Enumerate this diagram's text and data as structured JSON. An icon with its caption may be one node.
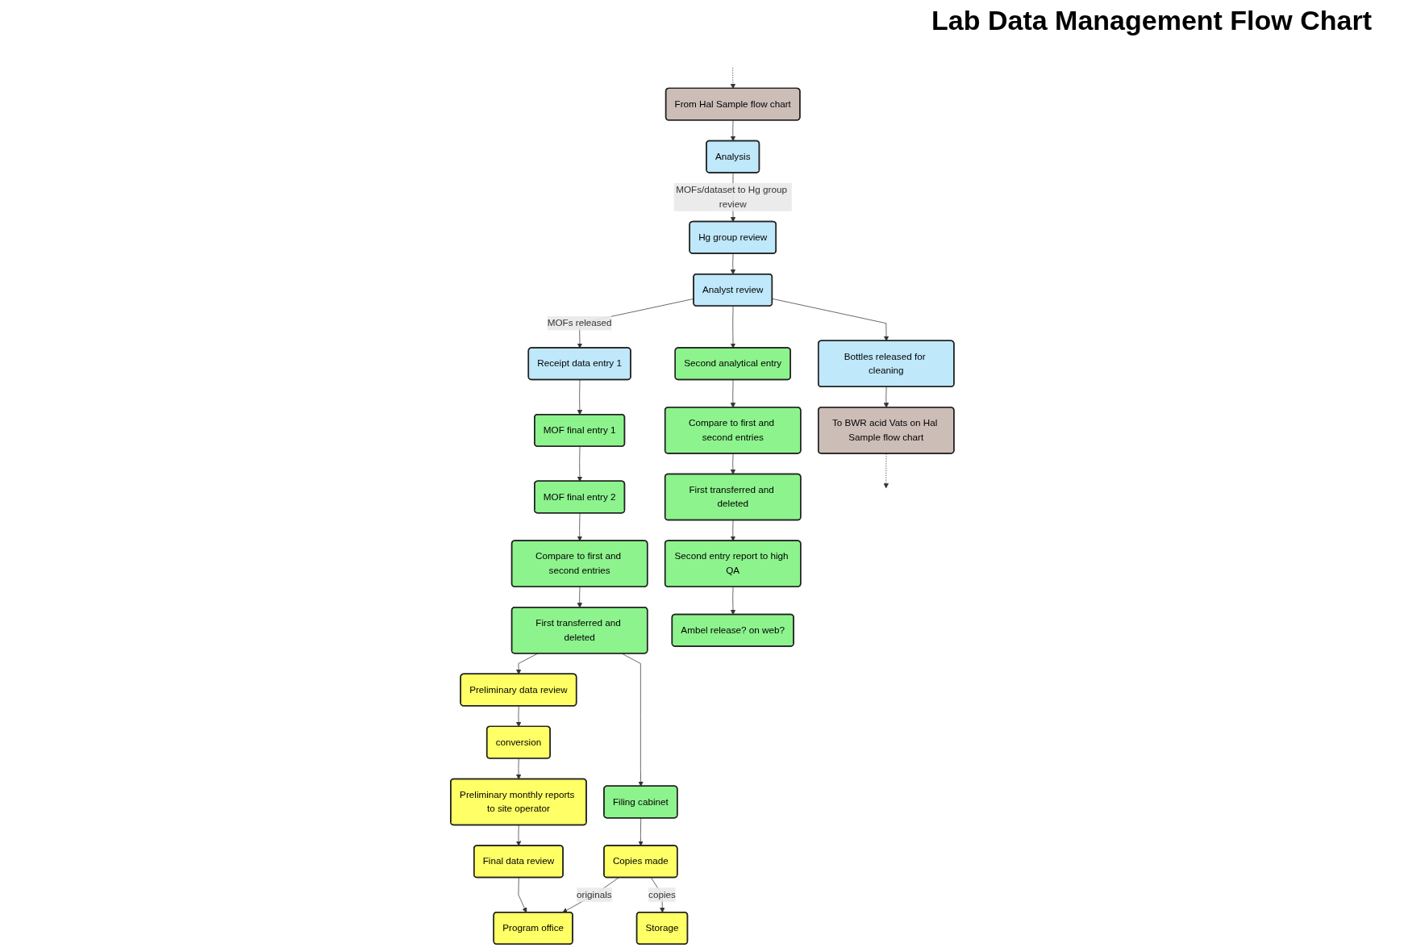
{
  "diagram": {
    "title": "Lab Data Management Flow Chart",
    "nodes": [
      {
        "text": [
          "Analysis"
        ]
      },
      {
        "text": [
          "Hg group review"
        ]
      },
      {
        "text": [
          "From Hal Sample flow chart"
        ]
      },
      {
        "text": [
          "Analyst review"
        ]
      },
      {
        "text": [
          "Receipt data entry 1"
        ]
      },
      {
        "text": [
          "Preliminary data review"
        ]
      },
      {
        "text": [
          "Second analytical entry"
        ]
      },
      {
        "text": [
          "MOF final entry 1"
        ]
      },
      {
        "text": [
          "conversion"
        ]
      },
      {
        "text": [
          "Bottles released for cleaning"
        ]
      },
      {
        "text": [
          "Compare to first and second entries"
        ]
      },
      {
        "text": [
          "MOF final entry 2"
        ]
      },
      {
        "text": [
          "Preliminary monthly reports to site operator"
        ]
      },
      {
        "text": [
          "To BWR acid Vats on Hal Sample flow chart"
        ]
      },
      {
        "text": [
          "First transferred and deleted"
        ]
      },
      {
        "text": [
          "Compare to first and second entries"
        ]
      },
      {
        "text": [
          "Final data review"
        ]
      },
      {
        "text": [
          "Second entry report to high QA"
        ]
      },
      {
        "text": [
          "First transferred and deleted"
        ]
      },
      {
        "text": [
          "Program office"
        ]
      },
      {
        "text": [
          "Ambel release? on web?"
        ]
      },
      {
        "text": [
          "Filing cabinet"
        ]
      },
      {
        "text": [
          "Copies made"
        ]
      },
      {
        "text": [
          "Storage"
        ]
      }
    ],
    "edges": [
      {
        "from": 0,
        "to": 1,
        "arrow": "to",
        "label": "MOFs/dataset to Hg group review"
      },
      {
        "from": 2,
        "to": 0,
        "arrow": "to"
      },
      {
        "from": null,
        "to": 2,
        "arrow": "to",
        "style": "dashed"
      },
      {
        "from": 1,
        "to": 3,
        "arrow": "to"
      },
      {
        "from": 3,
        "to": 4,
        "arrow": "to",
        "label": "MOFs released"
      },
      {
        "from": 3,
        "to": 9,
        "arrow": "to"
      },
      {
        "from": 9,
        "to": 13,
        "arrow": "to"
      },
      {
        "from": 13,
        "to": null,
        "arrow": "to",
        "style": "dashed"
      },
      {
        "from": 3,
        "to": 6,
        "arrow": "to"
      },
      {
        "from": 6,
        "to": 10,
        "arrow": "to"
      },
      {
        "from": 10,
        "to": 14,
        "arrow": "to"
      },
      {
        "from": 14,
        "to": 17,
        "arrow": "to"
      },
      {
        "from": 17,
        "to": 20,
        "arrow": "to"
      },
      {
        "from": 4,
        "to": 7,
        "arrow": "to"
      },
      {
        "from": 7,
        "to": 11,
        "arrow": "to"
      },
      {
        "from": 11,
        "to": 15,
        "arrow": "to"
      },
      {
        "from": 15,
        "to": 18,
        "arrow": "to"
      },
      {
        "from": 18,
        "to": 5,
        "arrow": "to"
      },
      {
        "from": 18,
        "to": 21,
        "arrow": "to"
      },
      {
        "from": 21,
        "to": 22,
        "arrow": "to"
      },
      {
        "from": 5,
        "to": 8,
        "arrow": "to"
      },
      {
        "from": 8,
        "to": 12,
        "arrow": "to"
      },
      {
        "from": 12,
        "to": 16,
        "arrow": "to"
      },
      {
        "from": 16,
        "to": 19,
        "arrow": "to"
      },
      {
        "from": 22,
        "to": 19,
        "arrow": "to",
        "label": "originals"
      },
      {
        "from": 22,
        "to": 23,
        "arrow": "to",
        "label": "copies"
      }
    ]
  }
}
